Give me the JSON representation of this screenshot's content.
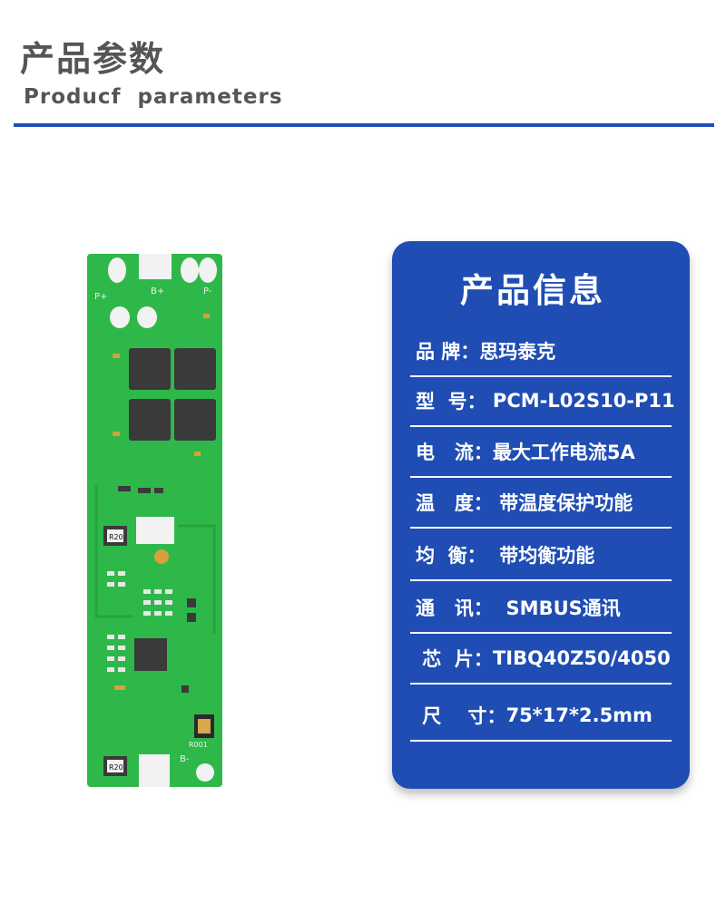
{
  "header": {
    "title_cn": "产品参数",
    "title_en": "Producf  parameters"
  },
  "board": {
    "pad_labels": [
      "P+",
      "B+",
      "P-",
      "B-"
    ],
    "chip_labels": [
      "R20",
      "R20"
    ],
    "bottom_label": "R001",
    "colors": {
      "pcb": "#2fb84a",
      "pad": "#f2f2f2",
      "mosfet": "#3a3a3a",
      "silkscreen": "#e8f5e8"
    }
  },
  "card": {
    "title": "产品信息",
    "rows": [
      {
        "label": "品 牌：",
        "value": "思玛泰克"
      },
      {
        "label": "型  号：",
        "value": " PCM-L02S10-P11"
      },
      {
        "label": "电   流：",
        "value": "最大工作电流5A"
      },
      {
        "label": "温   度：",
        "value": " 带温度保护功能"
      },
      {
        "label": "均  衡：",
        "value": "  带均衡功能"
      },
      {
        "label": "通   讯：",
        "value": "  SMBUS通讯"
      },
      {
        "label": " 芯  片：",
        "value": "TIBQ40Z50/4050"
      },
      {
        "label": " 尺    寸：",
        "value": "75*17*2.5mm"
      }
    ],
    "colors": {
      "background": "#1f4db3",
      "text": "#ffffff"
    }
  }
}
